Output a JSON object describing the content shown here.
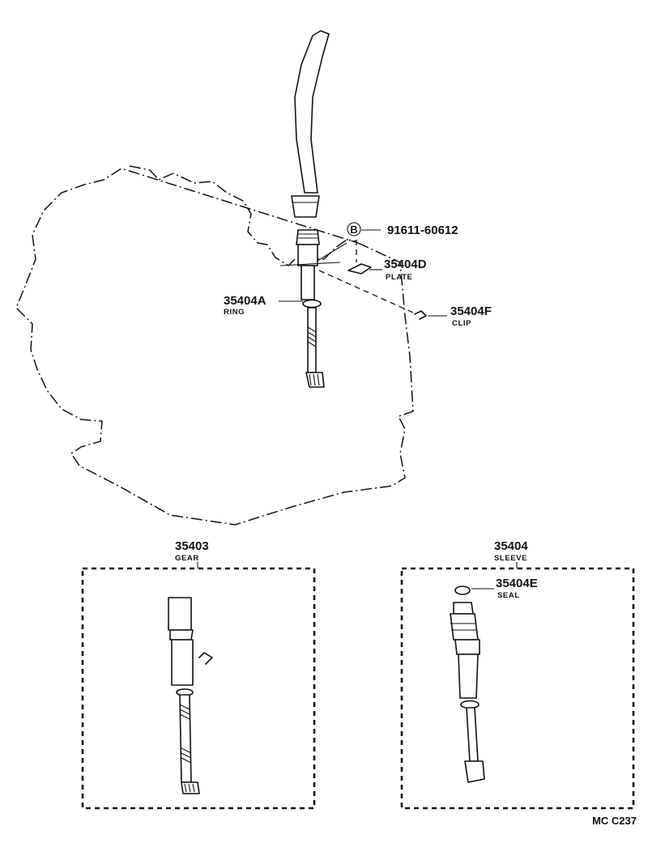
{
  "callouts": {
    "bolt": {
      "symbol": "B",
      "part_no": "91611-60612"
    },
    "plate": {
      "part_no": "35404D",
      "name": "PLATE"
    },
    "ring": {
      "part_no": "35404A",
      "name": "RING"
    },
    "clip": {
      "part_no": "35404F",
      "name": "CLIP"
    }
  },
  "kits": {
    "gear": {
      "part_no": "35403",
      "name": "GEAR"
    },
    "sleeve": {
      "part_no": "35404",
      "name": "SLEEVE"
    },
    "seal": {
      "part_no": "35404E",
      "name": "SEAL"
    }
  },
  "figure_code": "MC C237"
}
